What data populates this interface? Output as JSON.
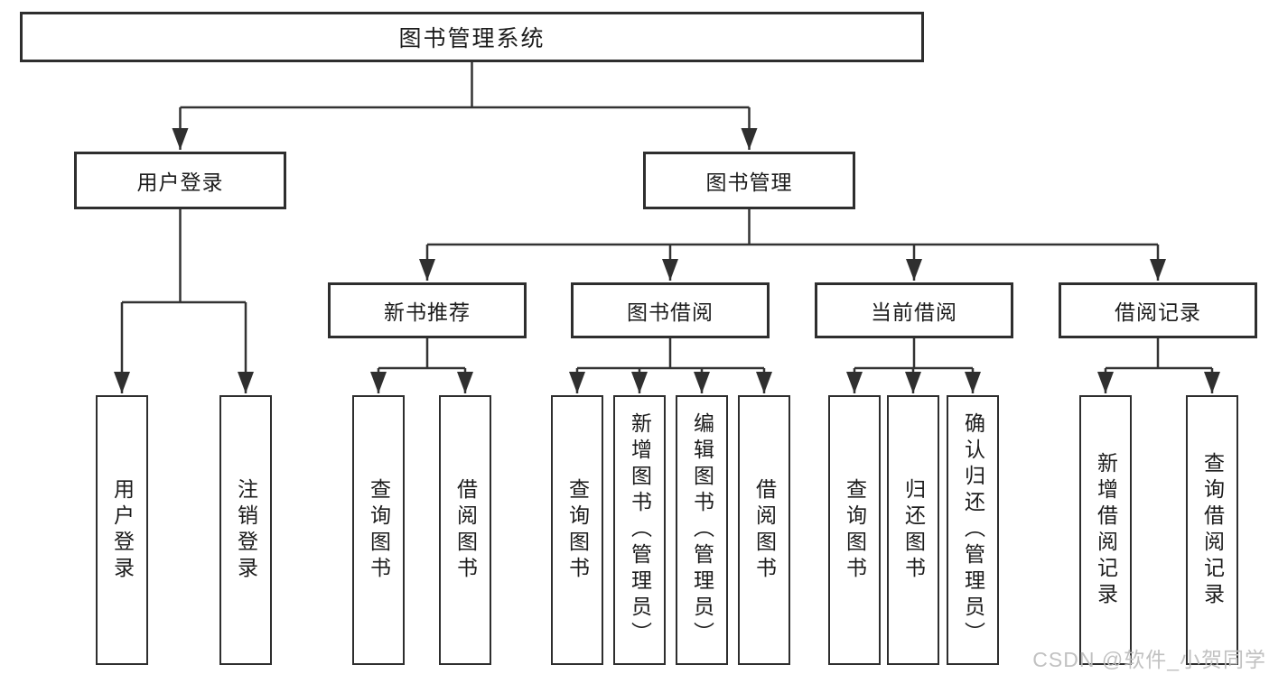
{
  "diagram": {
    "tree": {
      "root": {
        "label": "图书管理系统",
        "children": [
          {
            "label": "用户登录",
            "children": [
              {
                "label": "用户登录"
              },
              {
                "label": "注销登录"
              }
            ]
          },
          {
            "label": "图书管理",
            "children": [
              {
                "label": "新书推荐",
                "children": [
                  {
                    "label": "查询图书"
                  },
                  {
                    "label": "借阅图书"
                  }
                ]
              },
              {
                "label": "图书借阅",
                "children": [
                  {
                    "label": "查询图书"
                  },
                  {
                    "label": "新增图书（管理员）"
                  },
                  {
                    "label": "编辑图书（管理员）"
                  },
                  {
                    "label": "借阅图书"
                  }
                ]
              },
              {
                "label": "当前借阅",
                "children": [
                  {
                    "label": "查询图书"
                  },
                  {
                    "label": "归还图书"
                  },
                  {
                    "label": "确认归还（管理员）"
                  }
                ]
              },
              {
                "label": "借阅记录",
                "children": [
                  {
                    "label": "新增借阅记录"
                  },
                  {
                    "label": "查询借阅记录"
                  }
                ]
              }
            ]
          }
        ]
      }
    },
    "colors": {
      "line": "#333333",
      "box_border": "#2e2e2e",
      "text": "#1c1c1c",
      "background": "#ffffff",
      "watermark": "#bebebe"
    }
  },
  "watermark": {
    "text": "CSDN @软件_小贺同学"
  }
}
